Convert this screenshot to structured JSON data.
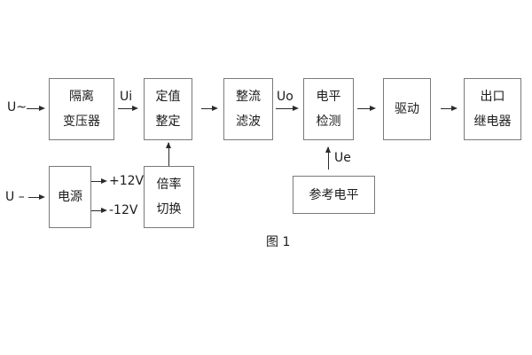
{
  "diagram": {
    "caption": "图 1",
    "inputs": {
      "ac_label": "U~",
      "dc_label": "U –"
    },
    "signals": {
      "ui": "Ui",
      "uo": "Uo",
      "ue": "Ue"
    },
    "power_rails": {
      "positive": "+12V",
      "negative": "-12V"
    },
    "blocks": {
      "isolation_transformer": {
        "line1": "隔离",
        "line2": "变压器"
      },
      "setpoint_adjust": {
        "line1": "定值",
        "line2": "整定"
      },
      "rectifier_filter": {
        "line1": "整流",
        "line2": "滤波"
      },
      "level_detector": {
        "line1": "电平",
        "line2": "检测"
      },
      "driver": {
        "line1": "驱动"
      },
      "output_relay": {
        "line1": "出口",
        "line2": "继电器"
      },
      "power_supply": {
        "line1": "电源"
      },
      "ratio_switch": {
        "line1": "倍率",
        "line2": "切换"
      },
      "reference_level": {
        "line1": "参考电平"
      }
    },
    "colors": {
      "background": "#ffffff",
      "box_border": "#7a7a7a",
      "line": "#2b2b2b",
      "text": "#1c1c1c"
    }
  }
}
